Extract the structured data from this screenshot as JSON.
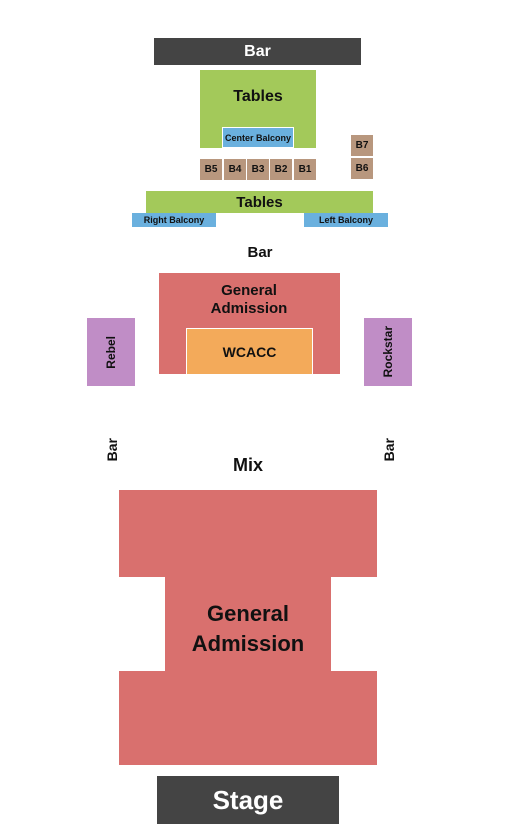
{
  "top_bar": "Bar",
  "upper_tables": "Tables",
  "center_balcony": "Center Balcony",
  "booths": [
    "B5",
    "B4",
    "B3",
    "B2",
    "B1"
  ],
  "booth_b7": "B7",
  "booth_b6": "B6",
  "lower_tables": "Tables",
  "right_balcony": "Right Balcony",
  "left_balcony": "Left Balcony",
  "middle_bar": "Bar",
  "ga_upper": "General Admission",
  "wcacc": "WCACC",
  "rebel": "Rebel",
  "rockstar": "Rockstar",
  "side_bar_left": "Bar",
  "side_bar_right": "Bar",
  "mix": "Mix",
  "ga_main": "General Admission",
  "stage": "Stage",
  "colors": {
    "bar": "#444444",
    "tables": "#a3c95a",
    "balcony": "#6ab0de",
    "booth": "#b8977e",
    "general_admission": "#d9706e",
    "wcacc": "#f3aa5a",
    "vip": "#c08dc6"
  }
}
